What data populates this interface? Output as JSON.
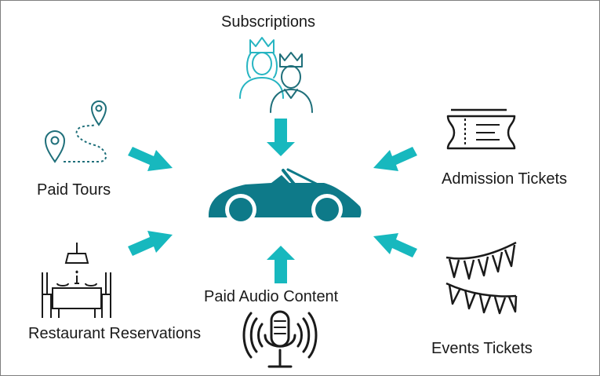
{
  "diagram": {
    "center": {
      "icon": "convertible-car-icon"
    },
    "nodes": [
      {
        "id": "subscriptions",
        "label": "Subscriptions",
        "icon": "crowned-couple-icon"
      },
      {
        "id": "paid_tours",
        "label": "Paid Tours",
        "icon": "map-route-pins-icon"
      },
      {
        "id": "admission_tickets",
        "label": "Admission Tickets",
        "icon": "ticket-icon"
      },
      {
        "id": "restaurant_reservations",
        "label": "Restaurant Reservations",
        "icon": "dining-table-icon"
      },
      {
        "id": "paid_audio_content",
        "label": "Paid Audio Content",
        "icon": "microphone-icon"
      },
      {
        "id": "events_tickets",
        "label": "Events Tickets",
        "icon": "bunting-icon"
      }
    ],
    "colors": {
      "arrow": "#17b8be",
      "car": "#0e7a89",
      "crown_figure": "#27b5c2",
      "line": "#1a1a1a"
    }
  }
}
